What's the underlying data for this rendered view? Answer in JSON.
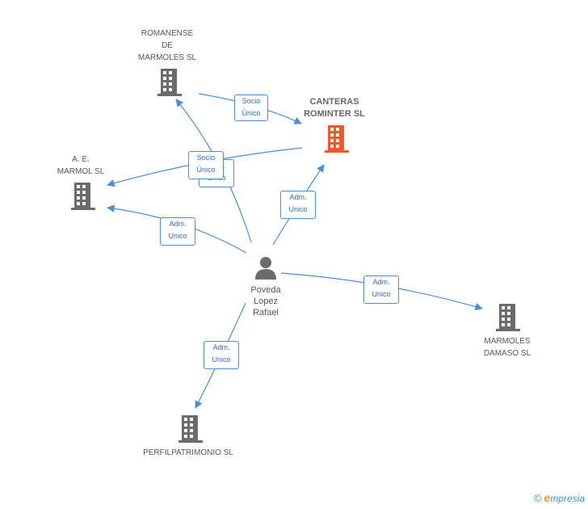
{
  "colors": {
    "edge": "#4a8fd8",
    "company_icon": "#6b6b6b",
    "main_company_icon": "#f05a28",
    "person_icon": "#6b6b6b",
    "label_text": "#555555"
  },
  "nodes": {
    "romanense": {
      "lines": [
        "ROMANENSE",
        "DE",
        "MARMOLES SL"
      ],
      "icon": "building-icon"
    },
    "canteras": {
      "lines": [
        "CANTERAS",
        "ROMINTER SL"
      ],
      "icon": "building-icon"
    },
    "ae_marmol": {
      "lines": [
        "A. E.",
        "MARMOL  SL"
      ],
      "icon": "building-icon"
    },
    "person": {
      "lines": [
        "Poveda",
        "Lopez",
        "Rafael"
      ],
      "icon": "person-icon"
    },
    "marmoles_damaso": {
      "lines": [
        "MARMOLES",
        "DAMASO SL"
      ],
      "icon": "building-icon"
    },
    "perfilpatrimonio": {
      "lines": [
        "PERFILPATRIMONIO SL"
      ],
      "icon": "building-icon"
    }
  },
  "edges": {
    "romanense_canteras": {
      "lines": [
        "Socio",
        "Único"
      ]
    },
    "canteras_ae_socio": {
      "lines": [
        "Socio",
        "Único"
      ]
    },
    "canteras_ae_adm": {
      "lines": [
        "Adm.",
        "Unico"
      ]
    },
    "person_ae": {
      "lines": [
        "Adm.",
        "Unico"
      ]
    },
    "person_canteras": {
      "lines": [
        "Adm.",
        "Unico"
      ]
    },
    "person_damaso": {
      "lines": [
        "Adm.",
        "Unico"
      ]
    },
    "person_perfil": {
      "lines": [
        "Adm.",
        "Unico"
      ]
    }
  },
  "brand": {
    "copyright": "©",
    "initial": "e",
    "rest": "mpresia"
  }
}
